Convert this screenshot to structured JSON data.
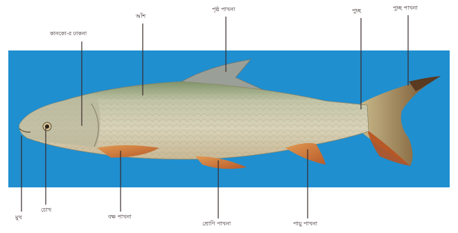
{
  "background_color": "#1f8fd0",
  "fish": {
    "body_color": "#c9c8b0",
    "belly_color": "#e6dfc8",
    "back_color": "#8a9a70",
    "fin_color": "#d07a3a"
  },
  "labels": {
    "top": [
      {
        "id": "gill-cover",
        "text": "কানকো-র ঢাকনা"
      },
      {
        "id": "scale",
        "text": "আঁশ"
      },
      {
        "id": "dorsal-fin",
        "text": "পৃষ্ঠ পাখনা"
      },
      {
        "id": "tail",
        "text": "পুচ্ছ"
      },
      {
        "id": "caudal-fin",
        "text": "পুচ্ছ পাখনা"
      }
    ],
    "bottom": [
      {
        "id": "mouth",
        "text": "মুখ"
      },
      {
        "id": "eye",
        "text": "চোখ"
      },
      {
        "id": "pectoral-fin",
        "text": "বক্ষ পাখনা"
      },
      {
        "id": "pelvic-fin",
        "text": "শ্রোণি পাখনা"
      },
      {
        "id": "anal-fin",
        "text": "পায়ু পাখনা"
      }
    ]
  }
}
